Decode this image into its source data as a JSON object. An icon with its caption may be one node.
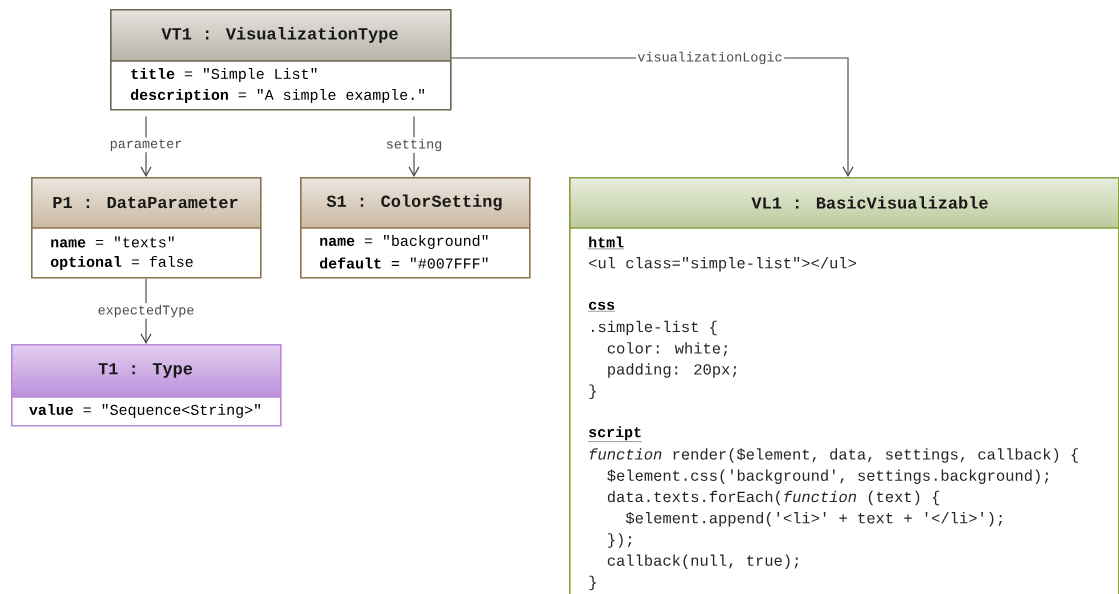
{
  "diagram": {
    "nodes": [
      {
        "text": [
          "VT1 : VisualizationType",
          "**title** = \"Simple List\"",
          "**description** = \"A simple example.\""
        ]
      },
      {
        "text": [
          "P1 : DataParameter",
          "**name** = \"texts\"",
          "**optional** = false"
        ]
      },
      {
        "text": [
          "S1 : ColorSetting",
          "**name** = \"background\"",
          "**default** = \"#007FFF\""
        ]
      },
      {
        "text": [
          "T1 : Type",
          "**value** = \"Sequence<String>\""
        ]
      },
      {
        "text": [
          "VL1 : BasicVisualizable",
          "html",
          "<ul class=\"simple-list\"></ul>",
          "css",
          ".simple-list {",
          "color: white;",
          "padding: 20px;",
          "}",
          "script",
          "*function* render($element, data, settings, callback) {",
          "$element.css('background', settings.background);",
          "data.texts.forEach(*function* (text) {",
          "$element.append('<li>' + text + '</li>');",
          "});",
          "callback(null, true);",
          "}"
        ]
      }
    ],
    "edges": [
      {
        "from": 0,
        "to": 1,
        "arrow": "to",
        "label": "parameter"
      },
      {
        "from": 0,
        "to": 2,
        "arrow": "to",
        "label": "setting"
      },
      {
        "from": 1,
        "to": 3,
        "arrow": "to",
        "label": "expectedType"
      },
      {
        "from": 0,
        "to": 4,
        "arrow": "to",
        "label": "visualizationLogic"
      }
    ]
  }
}
